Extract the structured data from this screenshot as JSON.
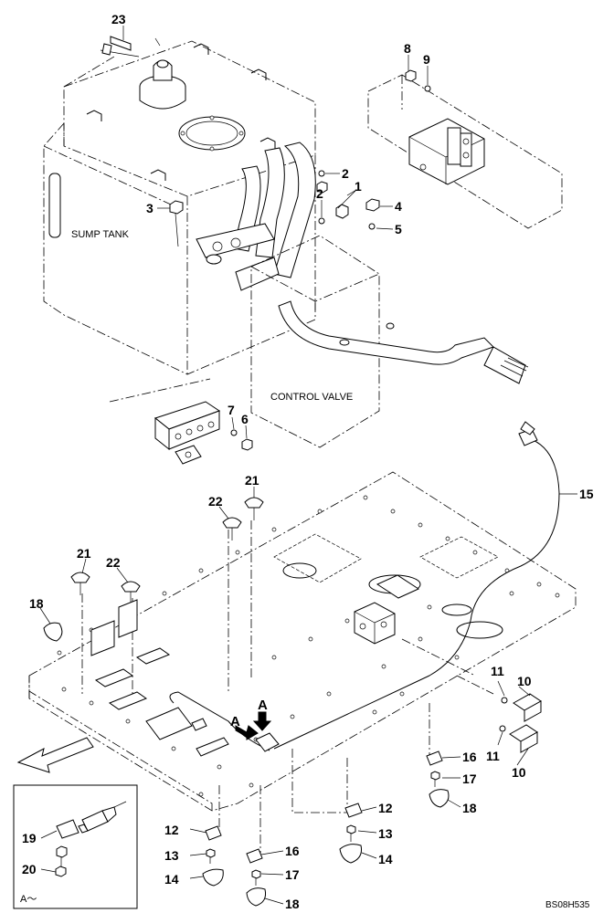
{
  "drawing_code": "BS08H535",
  "text_labels": {
    "sump_tank": "SUMP TANK",
    "control_valve": "CONTROL VALVE",
    "detail_title": "A～",
    "detail_marker_1": "A",
    "detail_marker_2": "A"
  },
  "callouts": {
    "c1": "1",
    "c2a": "2",
    "c2b": "2",
    "c3": "3",
    "c4": "4",
    "c5": "5",
    "c6": "6",
    "c7": "7",
    "c8": "8",
    "c9": "9",
    "c10a": "10",
    "c10b": "10",
    "c11a": "11",
    "c11b": "11",
    "c12a": "12",
    "c12b": "12",
    "c13a": "13",
    "c13b": "13",
    "c14a": "14",
    "c14b": "14",
    "c15": "15",
    "c16a": "16",
    "c16b": "16",
    "c17a": "17",
    "c17b": "17",
    "c18a": "18",
    "c18b": "18",
    "c18c": "18",
    "c19": "19",
    "c20": "20",
    "c21a": "21",
    "c21b": "21",
    "c22a": "22",
    "c22b": "22",
    "c23": "23"
  }
}
